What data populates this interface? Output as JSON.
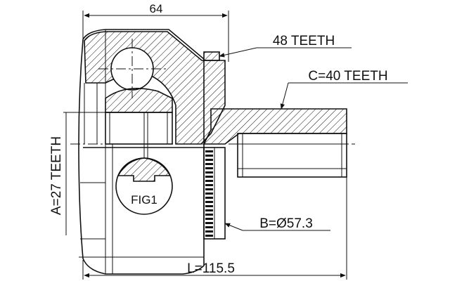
{
  "dimensions": {
    "top_width": "64",
    "outer_teeth": "48 TEETH",
    "shaft_teeth": "C=40 TEETH",
    "inner_teeth": "A=27 TEETH",
    "abs_ring_diameter": "B=Ø57.3",
    "overall_length": "L=115.5"
  },
  "figure": {
    "label": "FIG1"
  },
  "colors": {
    "line": "#111111",
    "background": "#ffffff"
  }
}
